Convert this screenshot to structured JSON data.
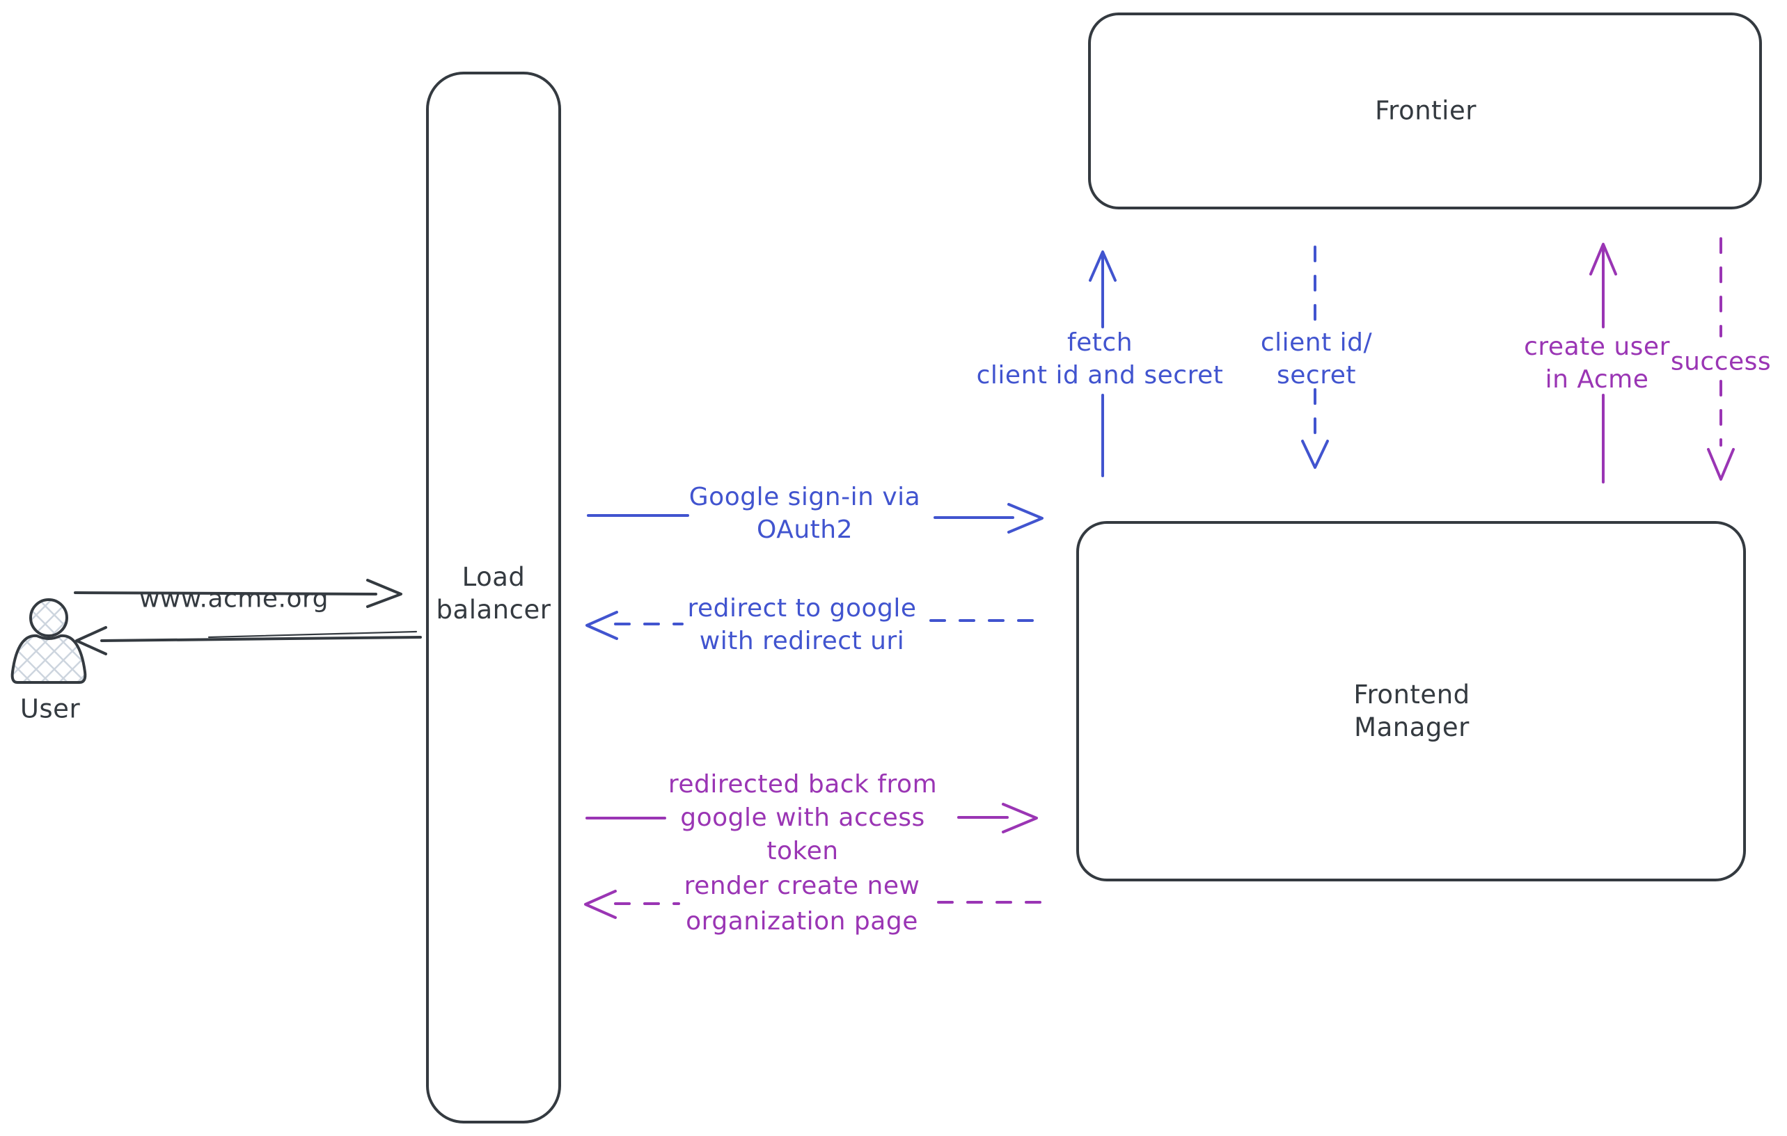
{
  "colors": {
    "ink": "#343a40",
    "blue": "#4154cf",
    "purple": "#9a35b4",
    "hatch_fill": "#cdd5de",
    "background": "#ffffff"
  },
  "nodes": {
    "user": {
      "label": "User",
      "type": "actor"
    },
    "load_balancer": {
      "label": "Load\nbalancer",
      "type": "box"
    },
    "frontier": {
      "label": "Frontier",
      "type": "box"
    },
    "frontend_manager": {
      "label": "Frontend\nManager",
      "type": "box"
    }
  },
  "edges": [
    {
      "id": "user-to-lb",
      "from": "user",
      "to": "load_balancer",
      "label": "www.acme.org",
      "style": "solid",
      "color": "ink",
      "direction": "right"
    },
    {
      "id": "lb-to-user",
      "from": "load_balancer",
      "to": "user",
      "label": "",
      "style": "solid",
      "color": "ink",
      "direction": "left"
    },
    {
      "id": "lb-to-fm-signin",
      "from": "load_balancer",
      "to": "frontend_manager",
      "label": "Google sign-in via\nOAuth2",
      "style": "solid",
      "color": "blue",
      "direction": "right"
    },
    {
      "id": "fm-to-lb-redirect",
      "from": "frontend_manager",
      "to": "load_balancer",
      "label": "redirect to google\nwith redirect uri",
      "style": "dashed",
      "color": "blue",
      "direction": "left"
    },
    {
      "id": "fm-to-frontier-fetch",
      "from": "frontend_manager",
      "to": "frontier",
      "label": "fetch\nclient id and secret",
      "style": "solid",
      "color": "blue",
      "direction": "up"
    },
    {
      "id": "frontier-to-fm-clientid",
      "from": "frontier",
      "to": "frontend_manager",
      "label": "client id/\nsecret",
      "style": "dashed",
      "color": "blue",
      "direction": "down"
    },
    {
      "id": "fm-to-frontier-createuser",
      "from": "frontend_manager",
      "to": "frontier",
      "label": "create user\nin Acme",
      "style": "solid",
      "color": "purple",
      "direction": "up"
    },
    {
      "id": "frontier-to-fm-success",
      "from": "frontier",
      "to": "frontend_manager",
      "label": "success",
      "style": "dashed",
      "color": "purple",
      "direction": "down"
    },
    {
      "id": "lb-to-fm-redirected",
      "from": "load_balancer",
      "to": "frontend_manager",
      "label": "redirected back from\ngoogle with access\ntoken",
      "style": "solid",
      "color": "purple",
      "direction": "right"
    },
    {
      "id": "fm-to-lb-render",
      "from": "frontend_manager",
      "to": "load_balancer",
      "label": "render create new\norganization page",
      "style": "dashed",
      "color": "purple",
      "direction": "left"
    }
  ]
}
